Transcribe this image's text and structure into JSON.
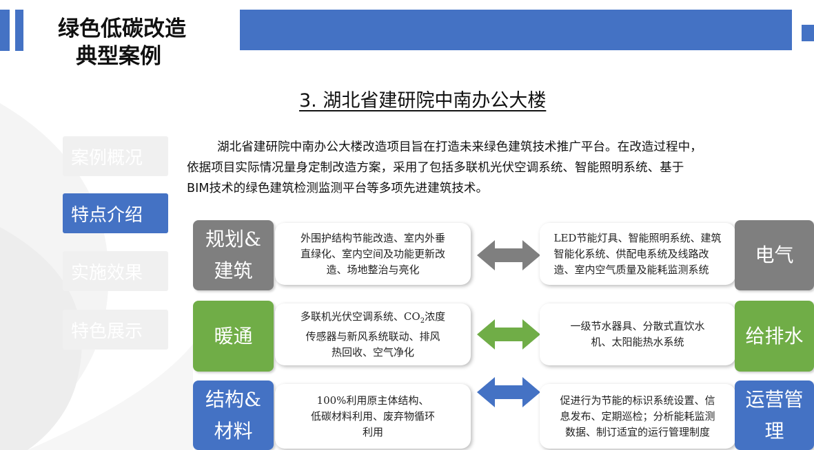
{
  "header": {
    "title_lines": [
      "绿色低碳改造",
      "典型案例"
    ]
  },
  "subtitle": "3. 湖北省建研院中南办公大楼",
  "intro": [
    "湖北省建研院中南办公大楼改造项目旨在打造未来绿色建筑技术推广平台。在改造过程中，",
    "依据项目实际情况量身定制改造方案，采用了包括多联机光伏空调系统、智能照明系统、基于",
    "BIM技术的绿色建筑检测监测平台等多项先进建筑技术。"
  ],
  "nav": [
    {
      "label": "案例概况",
      "state": "inactive"
    },
    {
      "label": "特点介绍",
      "state": "active"
    },
    {
      "label": "实施效果",
      "state": "inactive"
    },
    {
      "label": "特色展示",
      "state": "inactive"
    }
  ],
  "rows": [
    {
      "left_category": "规划&\n建筑",
      "left_desc": "外围护结构节能改造、室内外垂\n直绿化、室内空间及功能更新改\n造、场地整治与亮化",
      "right_desc": "LED节能灯具、智能照明系统、建筑\n智能化系统、供配电系统及线路改\n造、室内空气质量及能耗监测系统",
      "right_category": "电气",
      "color": "#7f7f7f"
    },
    {
      "left_category": "暖通",
      "left_desc_parts": [
        "多联机光伏空调系统、CO",
        "2",
        "浓度\n传感器与新风系统联动、排风\n热回收、空气净化"
      ],
      "right_desc": "一级节水器具、分散式直饮水\n机、太阳能热水系统",
      "right_category": "给排水",
      "color": "#70ad47"
    },
    {
      "left_category": "结构&\n材料",
      "left_desc": "100%利用原主体结构、\n低碳材料利用、废弃物循环\n利用",
      "right_desc": "促进行为节能的标识系统设置、信\n息发布、定期巡检；分析能耗监测\n数据、制订适宜的运行管理制度",
      "right_category": "运营管\n理",
      "color": "#4472c4"
    }
  ],
  "colors": {
    "accent_blue": "#4472c4",
    "gray": "#7f7f7f",
    "green": "#70ad47",
    "nav_inactive": "#f0f0f0"
  },
  "icons": [
    "double-arrow-icon"
  ]
}
